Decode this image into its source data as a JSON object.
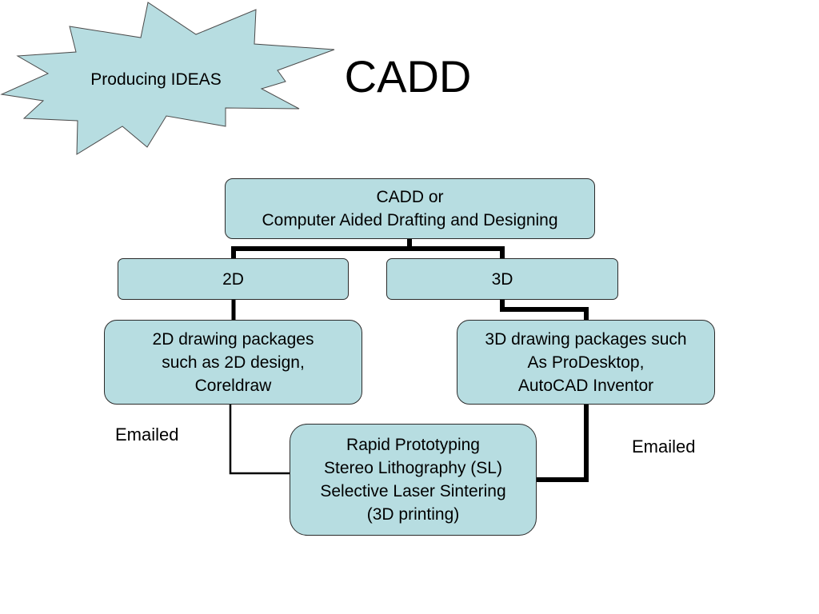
{
  "starburst": {
    "label": "Producing IDEAS",
    "fill": "#b7dde1"
  },
  "title": "CADD",
  "colors": {
    "box_fill": "#b7dde1",
    "connector": "#000000"
  },
  "diagram": {
    "root": {
      "line1": "CADD or",
      "line2": "Computer Aided Drafting and Designing"
    },
    "node_2d": {
      "label": "2D"
    },
    "node_3d": {
      "label": "3D"
    },
    "packages_2d": {
      "lines": [
        "2D drawing packages",
        "such as 2D design,",
        "Coreldraw"
      ]
    },
    "packages_3d": {
      "lines": [
        "3D drawing packages such",
        "As ProDesktop,",
        "AutoCAD Inventor"
      ]
    },
    "rapid_prototyping": {
      "lines": [
        "Rapid Prototyping",
        "Stereo Lithography (SL)",
        "Selective Laser Sintering",
        "(3D printing)"
      ]
    },
    "note_left": "Emailed",
    "note_right": "Emailed"
  }
}
